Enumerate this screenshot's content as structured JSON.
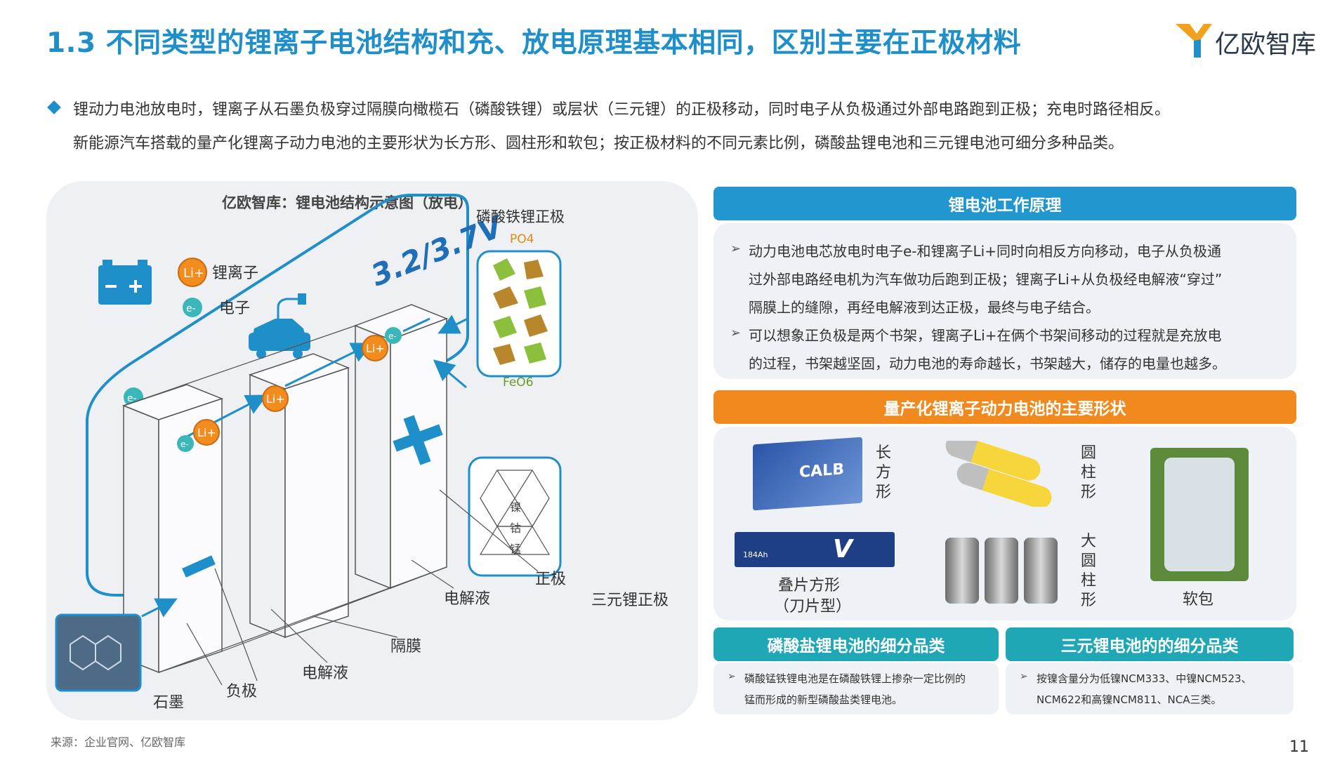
{
  "header": {
    "title": "1.3 不同类型的锂离子电池结构和充、放电原理基本相同，区别主要在正极材料",
    "brand": "亿欧智库"
  },
  "intro": {
    "line1": "锂动力电池放电时，锂离子从石墨负极穿过隔膜向橄榄石（磷酸铁锂）或层状（三元锂）的正极移动，同时电子从负极通过外部电路跑到正极；充电时路径相反。",
    "line2": "新能源汽车搭载的量产化锂离子动力电池的主要形状为长方形、圆柱形和软包；按正极材料的不同元素比例，磷酸盐锂电池和三元锂电池可细分多种品类。"
  },
  "diagram": {
    "title": "亿欧智库：锂电池结构示意图（放电）",
    "voltage": "3.2/3.7V",
    "legend_li": "锂离子",
    "legend_e": "电子",
    "li_symbol": "Li+",
    "e_symbol": "e-",
    "lfp_label": "磷酸铁锂正极",
    "po4": "PO4",
    "feo6": "FeO6",
    "ncm_label": "三元锂正极",
    "ncm_ni": "镍",
    "ncm_co": "钴",
    "ncm_mn": "锰",
    "graphite": "石墨",
    "anode": "负极",
    "electrolyte1": "电解液",
    "separator": "隔膜",
    "electrolyte2": "电解液",
    "cathode": "正极"
  },
  "principle": {
    "header": "锂电池工作原理",
    "lines": [
      "动力电池电芯放电时电子e-和锂离子Li+同时向相反方向移动，电子从负极通",
      "过外部电路经电机为汽车做功后跑到正极；锂离子Li+从负极经电解液“穿过”",
      "隔膜上的缝隙，再经电解液到达正极，最终与电子结合。",
      "可以想象正负极是两个书架，锂离子Li+在俩个书架间移动的过程就是充放电",
      "的过程，书架越坚固，动力电池的寿命越长，书架越大，储存的电量也越多。"
    ]
  },
  "shapes": {
    "header": "量产化锂离子动力电池的主要形状",
    "prismatic": "长方形",
    "prismatic_brand": "CALB",
    "cylindrical": "圆柱形",
    "pouch": "软包",
    "blade_1": "叠片方形",
    "blade_2": "（刀片型）",
    "blade_capacity": "184Ah",
    "large_cyl": "大圆柱形"
  },
  "lfp_types": {
    "header": "磷酸盐锂电池的细分品类",
    "line1": "磷酸锰铁锂电池是在磷酸铁锂上掺杂一定比例的",
    "line2": "锰而形成的新型磷酸盐类锂电池。"
  },
  "ncm_types": {
    "header": "三元锂电池的的细分品类",
    "line1": "按镍含量分为低镍NCM333、中镍NCM523、",
    "line2": "NCM622和高镍NCM811、NCA三类。"
  },
  "footer": {
    "source": "来源：企业官网、亿欧智库",
    "page": "11"
  },
  "colors": {
    "accent_blue": "#1f8fc9",
    "header_blue": "#2196cf",
    "header_orange": "#f08a1e",
    "header_teal": "#20a7b6",
    "li_orange": "#f28c1e",
    "electron_teal": "#3cb7b9"
  }
}
